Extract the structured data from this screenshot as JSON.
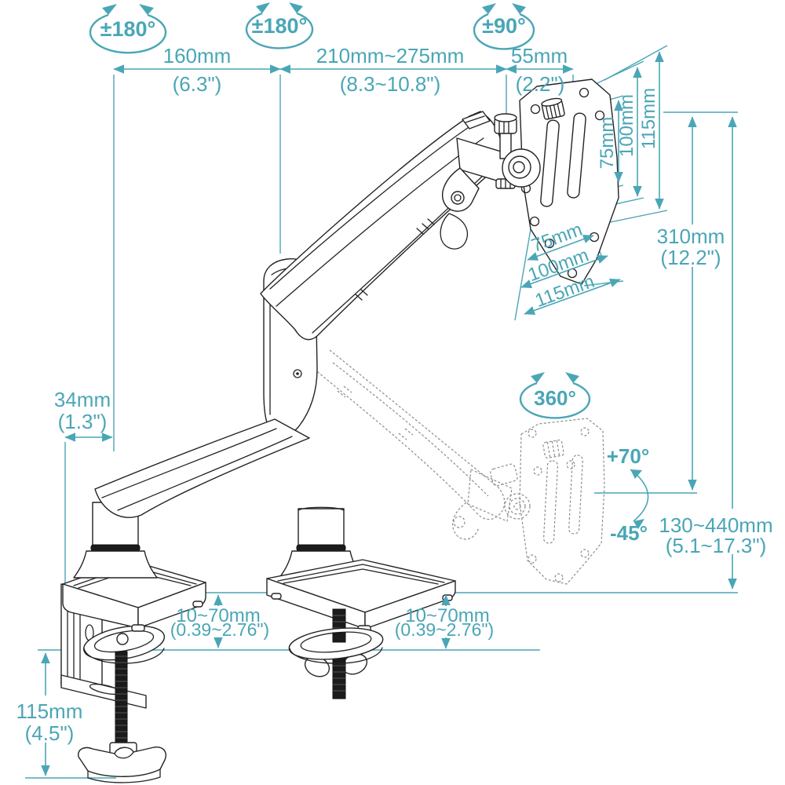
{
  "colors": {
    "annotation": "#4aa6b6",
    "line": "#232323",
    "ghost": "#8d8d8d",
    "background": "#ffffff"
  },
  "angles": {
    "base_rotation": "±180°",
    "elbow_rotation": "±180°",
    "head_rotation": "±90°",
    "vesa_swivel": "360°",
    "tilt_up": "+70°",
    "tilt_down": "-45°"
  },
  "dimensions": {
    "rear_arm": {
      "mm": "160mm",
      "inch": "(6.3\")"
    },
    "front_arm": {
      "mm": "210mm~275mm",
      "inch": "(8.3~10.8\")"
    },
    "head": {
      "mm": "55mm",
      "inch": "(2.2\")"
    },
    "vesa_vertical": {
      "v75": "75mm",
      "v100": "100mm",
      "v115": "115mm"
    },
    "vesa_horizontal": {
      "h75": "75mm",
      "h100": "100mm",
      "h115": "115mm"
    },
    "lift_height": {
      "mm": "310mm",
      "inch": "(12.2\")"
    },
    "height_range": {
      "mm": "130~440mm",
      "inch": "(5.1~17.3\")"
    },
    "base_offset": {
      "mm": "34mm",
      "inch": "(1.3\")"
    },
    "clamp_thickness": {
      "mm": "10~70mm",
      "inch": "(0.39~2.76\")"
    },
    "grommet_thickness": {
      "mm": "10~70mm",
      "inch": "(0.39~2.76\")"
    },
    "clamp_height": {
      "mm": "115mm",
      "inch": "(4.5\")"
    }
  }
}
